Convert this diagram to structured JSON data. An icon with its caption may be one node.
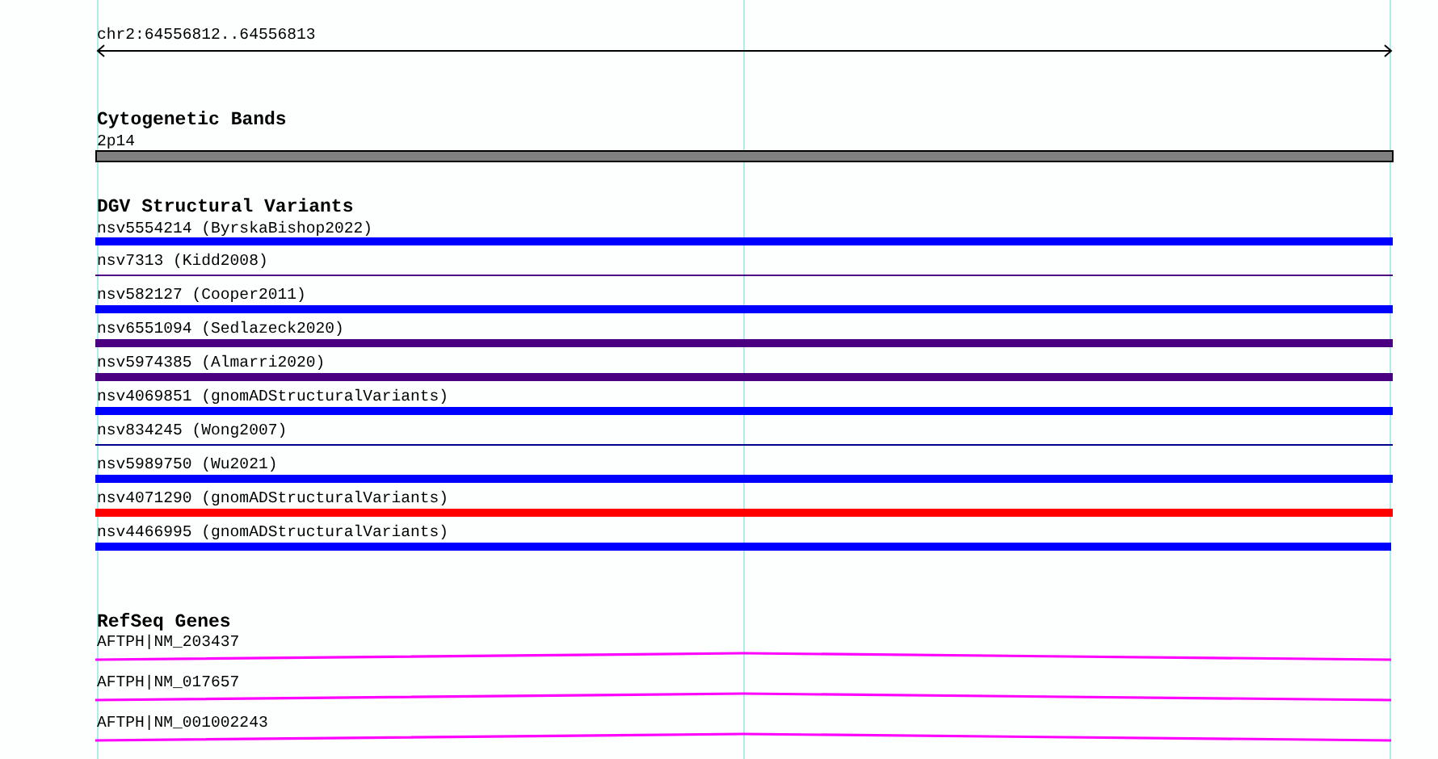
{
  "diagram": {
    "labels": [
      "chr2:64556812..64556813",
      "Cytogenetic Bands",
      "2p14",
      "DGV Structural Variants",
      "nsv5554214 (ByrskaBishop2022)",
      "nsv7313 (Kidd2008)",
      "nsv582127 (Cooper2011)",
      "nsv6551094 (Sedlazeck2020)",
      "nsv5974385 (Almarri2020)",
      "nsv4069851 (gnomADStructuralVariants)",
      "nsv834245 (Wong2007)",
      "nsv5989750 (Wu2021)",
      "nsv4071290 (gnomADStructuralVariants)",
      "nsv4466995 (gnomADStructuralVariants)",
      "RefSeq Genes",
      "AFTPH|NM_203437",
      "AFTPH|NM_017657",
      "AFTPH|NM_001002243"
    ]
  }
}
